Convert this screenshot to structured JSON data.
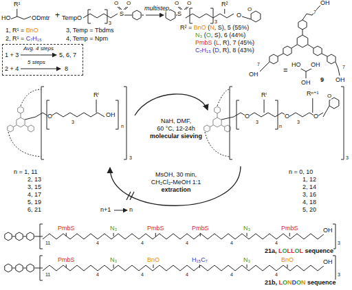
{
  "diagram": {
    "nodes": [
      {
        "text": [
          "1 + 3",
          "Avg. 4 steps",
          "5, 6, 7",
          "2 + 4",
          "5 steps",
          "8"
        ]
      }
    ],
    "labels": [
      "R¹",
      "HO",
      "ODmtr",
      "1, R¹ = BnO",
      "2, R¹ = C₇H₁₅",
      "+",
      "Temp",
      "O",
      "3",
      "S",
      "O",
      "O",
      "3, Temp = Tbdms",
      "4, Temp = Npm",
      "multistep",
      "S",
      "O",
      "O",
      "3",
      "R²",
      "O",
      "O",
      "R² = BnO (N, S), 5 (55%)",
      "N₃ (O, S), 6 (44%)",
      "PmbS (L, R), 7 (45%)",
      "C₇H₁₅ (D, R), 8 (43%)",
      "OH",
      "7",
      "OH",
      "7",
      "OH",
      "7",
      "=",
      "HO",
      "OH",
      "OH",
      "9",
      "O",
      "3",
      "Rⁱ",
      "OH",
      "n",
      "3",
      "O",
      "3",
      "Rⁱ",
      "n",
      "O",
      "3",
      "Rⁿ⁺¹",
      "O",
      "O",
      "3",
      "NaH, DMF,",
      "60 °C, 12-24h",
      "molecular sieving",
      "MsOH, 30 min,",
      "CH₂Cl₂-MeOH 1:1",
      "extraction",
      "n+1",
      "n",
      "n = 1, 11",
      "2, 13",
      "3, 15",
      "4, 17",
      "5, 19",
      "6, 21",
      "n = 0, 10",
      "1, 12",
      "2, 14",
      "3, 16",
      "4, 18",
      "5, 20",
      "PmbS",
      "11",
      "N₃",
      "4",
      "PmbS",
      "4",
      "PmbS",
      "4",
      "N₃",
      "4",
      "PmbS",
      "4",
      "OH",
      "3",
      "21a, LOLLOL sequence",
      "PmbS",
      "11",
      "N₃",
      "4",
      "BnO",
      "4",
      "H₁₅C₇",
      "4",
      "N₃",
      "4",
      "BnO",
      "4",
      "OH",
      "3",
      "21b, LONDON sequence"
    ]
  }
}
